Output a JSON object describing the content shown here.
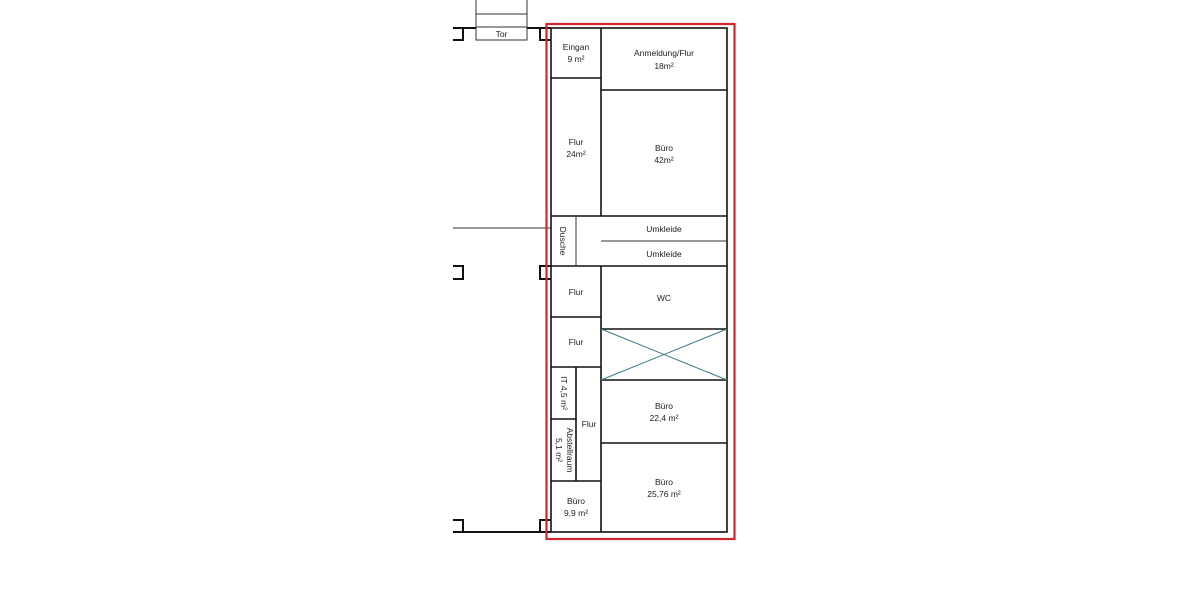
{
  "plan": {
    "highlight_color": "#d0262e",
    "wall_color": "#111111",
    "cross_color": "#3a7a8c",
    "gate": {
      "label": "Tor"
    },
    "rooms": [
      {
        "id": "eingang",
        "name": "Eingan",
        "area": "9 m²"
      },
      {
        "id": "anmeldung",
        "name": "Anmeldung/Flur",
        "area": "18m²"
      },
      {
        "id": "flur-1",
        "name": "Flur",
        "area": "24m²"
      },
      {
        "id": "buero-1",
        "name": "Büro",
        "area": "42m²"
      },
      {
        "id": "dusche",
        "name": "Dusche",
        "area": ""
      },
      {
        "id": "umkleide-1",
        "name": "Umkleide",
        "area": ""
      },
      {
        "id": "umkleide-2",
        "name": "Umkleide",
        "area": ""
      },
      {
        "id": "flur-2",
        "name": "Flur",
        "area": ""
      },
      {
        "id": "wc",
        "name": "WC",
        "area": ""
      },
      {
        "id": "flur-3",
        "name": "Flur",
        "area": ""
      },
      {
        "id": "it",
        "name": "IT 4,5 m²",
        "area": ""
      },
      {
        "id": "flur-4",
        "name": "Flur",
        "area": ""
      },
      {
        "id": "buero-2",
        "name": "Büro",
        "area": "22,4 m²"
      },
      {
        "id": "abstellraum",
        "name": "Abstellraum",
        "area": "5,1 m²"
      },
      {
        "id": "buero-3",
        "name": "Büro",
        "area": "25,76 m²"
      },
      {
        "id": "buero-4",
        "name": "Büro",
        "area": "9,9 m²"
      }
    ]
  }
}
